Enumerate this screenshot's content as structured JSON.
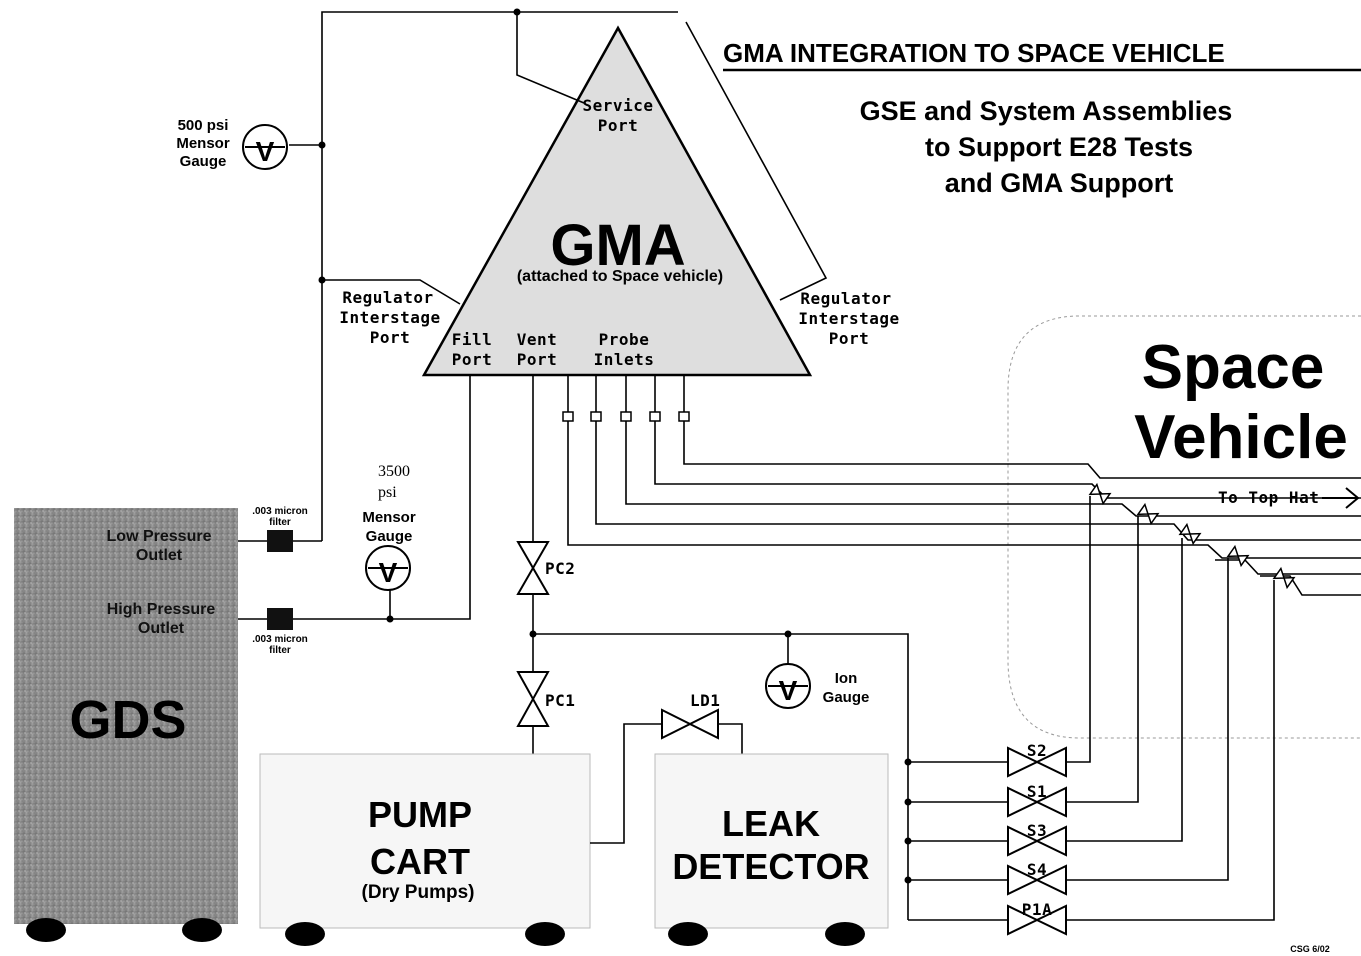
{
  "header": {
    "title": "GMA INTEGRATION TO SPACE VEHICLE",
    "subtitle_lines": [
      "GSE and System Assemblies",
      "to Support E28 Tests",
      "and GMA Support"
    ]
  },
  "gma": {
    "name": "GMA",
    "note": "(attached to Space vehicle)",
    "service_port": [
      "Service",
      "Port"
    ],
    "fill_port": [
      "Fill",
      "Port"
    ],
    "vent_port": [
      "Vent",
      "Port"
    ],
    "probe_inlets": [
      "Probe",
      "Inlets"
    ]
  },
  "regulator_left": [
    "Regulator",
    "Interstage",
    "Port"
  ],
  "regulator_right": [
    "Regulator",
    "Interstage",
    "Port"
  ],
  "gauges": {
    "mensor_500": [
      "500 psi",
      "Mensor",
      "Gauge"
    ],
    "mensor_3500": [
      "3500",
      "psi",
      "Mensor",
      "Gauge"
    ],
    "ion": [
      "Ion",
      "Gauge"
    ],
    "symbol": "V"
  },
  "gds": {
    "name": "GDS",
    "low_outlet": [
      "Low Pressure",
      "Outlet"
    ],
    "high_outlet": [
      "High Pressure",
      "Outlet"
    ],
    "filter_label": [
      ".003 micron",
      "filter"
    ]
  },
  "space_vehicle": {
    "name": [
      "Space",
      "Vehicle"
    ],
    "to_top_hat": "To Top Hat"
  },
  "valves": {
    "pc2": "PC2",
    "pc1": "PC1",
    "ld1": "LD1",
    "s2": "S2",
    "s1": "S1",
    "s3": "S3",
    "s4": "S4",
    "p1a": "P1A"
  },
  "pump_cart": {
    "lines": [
      "PUMP",
      "CART"
    ],
    "note": "(Dry Pumps)"
  },
  "leak_detector": {
    "lines": [
      "LEAK",
      "DETECTOR"
    ]
  },
  "footer": {
    "code": "CSG 6/02"
  },
  "colors": {
    "ink": "#000000",
    "gds_fill": "#8c8c8c",
    "box_fill": "#f6f6f6"
  }
}
